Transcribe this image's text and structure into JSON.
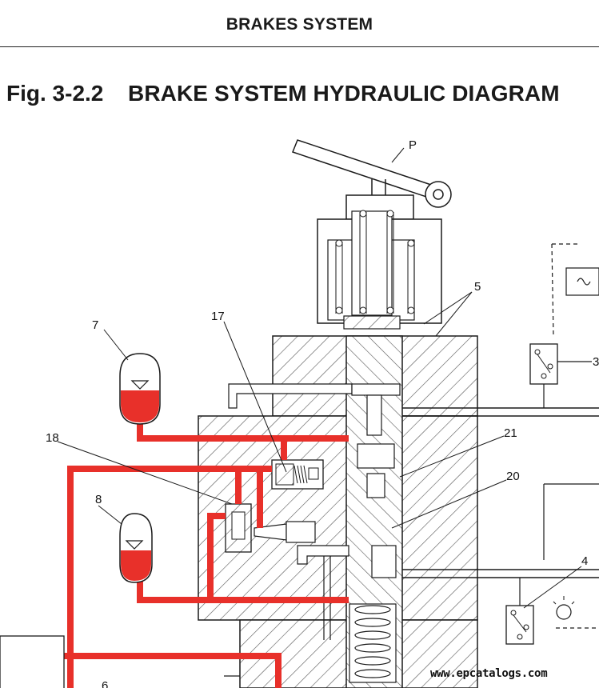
{
  "header": {
    "title": "BRAKES SYSTEM"
  },
  "figure": {
    "number": "Fig. 3-2.2",
    "title": "BRAKE SYSTEM HYDRAULIC DIAGRAM",
    "labels": {
      "pedal": "P",
      "master_cylinder": "5",
      "accumulator_front": "7",
      "accumulator_rear": "8",
      "item_17": "17",
      "item_18": "18",
      "item_21": "21",
      "item_20": "20",
      "switch_3": "3",
      "switch_4": "4",
      "item_6": "6"
    },
    "colors": {
      "pressure_line": "#e8302a",
      "outline": "#1a1a1a",
      "hatch": "#555555"
    }
  },
  "watermark": "www.epcatalogs.com"
}
